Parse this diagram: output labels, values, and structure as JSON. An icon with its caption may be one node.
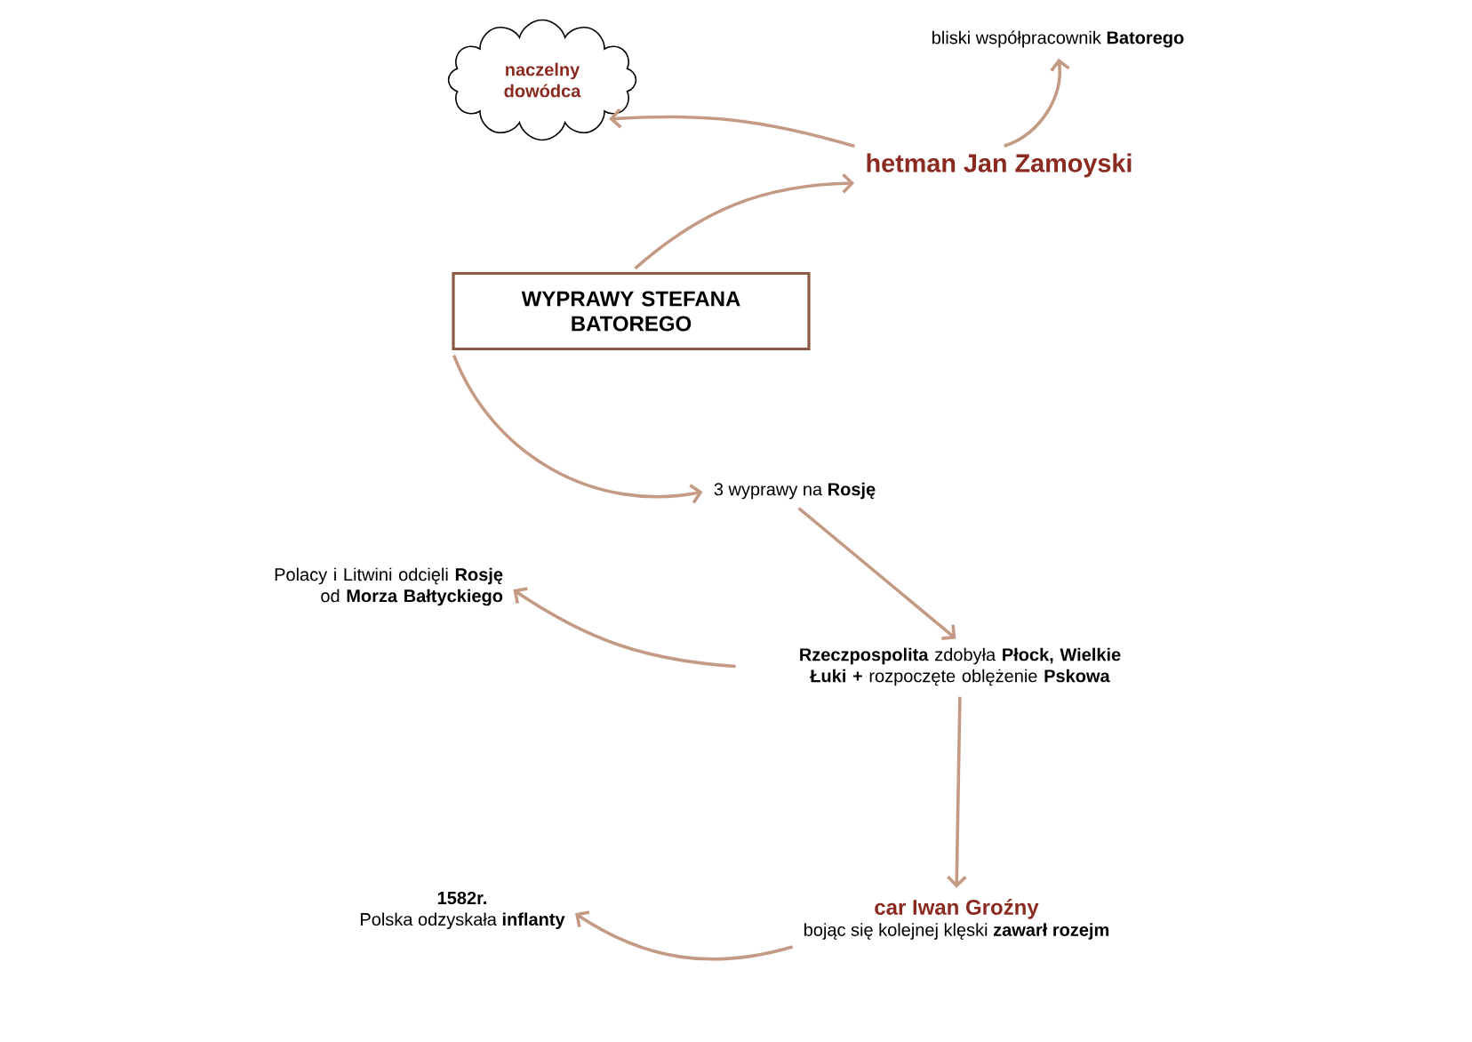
{
  "diagram": {
    "nodes": [
      {
        "text": [
          "naczelny dowódca"
        ]
      },
      {
        "text": [
          "bliski współpracownik **Batorego**"
        ]
      },
      {
        "text": [
          "hetman Jan Zamoyski"
        ]
      },
      {
        "text": [
          "WYPRAWY STEFANA BATOREGO"
        ]
      },
      {
        "text": [
          "3 wyprawy na **Rosję**"
        ]
      },
      {
        "text": [
          "Polacy i Litwini odcięli **Rosję** od **Morza Bałtyckiego**"
        ]
      },
      {
        "text": [
          "**Rzeczpospolita** zdobyła **Płock, Wielkie Łuki +** rozpoczęte oblężenie **Pskowa**"
        ]
      },
      {
        "text": [
          "car Iwan Groźny",
          "bojąc się kolejnej klęski **zawarł rozejm**"
        ]
      },
      {
        "text": [
          "**1582r.**",
          "Polska odzyskała **inflanty**"
        ]
      }
    ],
    "edges": [
      {
        "from": 2,
        "to": 0,
        "arrow": "to"
      },
      {
        "from": 2,
        "to": 1,
        "arrow": "to"
      },
      {
        "from": 3,
        "to": 2,
        "arrow": "to"
      },
      {
        "from": 3,
        "to": 4,
        "arrow": "to"
      },
      {
        "from": 4,
        "to": 6,
        "arrow": "to"
      },
      {
        "from": 6,
        "to": 5,
        "arrow": "to"
      },
      {
        "from": 6,
        "to": 7,
        "arrow": "to"
      },
      {
        "from": 7,
        "to": 8,
        "arrow": "to"
      }
    ]
  }
}
